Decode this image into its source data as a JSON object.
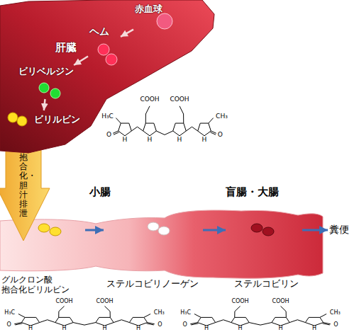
{
  "diagram": {
    "nodes": [
      {
        "text": [
          "肝臓"
        ]
      },
      {
        "text": [
          "赤血球"
        ],
        "in": 0
      },
      {
        "text": [
          "ヘム"
        ],
        "in": 0
      },
      {
        "text": [
          "ビリベルジン"
        ],
        "in": 0
      },
      {
        "text": [
          "ビリルビン"
        ],
        "in": 0
      },
      {
        "text": [
          "グルクロン酸 抱合化ビリルビン"
        ]
      },
      {
        "text": [
          "ステルコビリノーゲン"
        ]
      },
      {
        "text": [
          "ステルコビリン"
        ]
      },
      {
        "text": [
          "糞便"
        ]
      }
    ],
    "edges": [
      {
        "from": 1,
        "to": 2,
        "arrow": "to"
      },
      {
        "from": 2,
        "to": 3,
        "arrow": "to"
      },
      {
        "from": 3,
        "to": 4,
        "arrow": "to"
      },
      {
        "from": 5,
        "to": 6,
        "arrow": "to"
      },
      {
        "from": 6,
        "to": 7,
        "arrow": "to"
      },
      {
        "from": 7,
        "to": 8,
        "arrow": "to"
      }
    ],
    "labels": [
      "抱合化・胆汁排泄",
      "小腸",
      "盲腸・大腸",
      "COOH",
      "COOH",
      "H₃C",
      "CH₃",
      "O",
      "O",
      "H",
      "H",
      "H",
      "H",
      "COOH",
      "COOH",
      "H₃C",
      "CH₃",
      "O",
      "O",
      "H",
      "H",
      "H",
      "H",
      "COOH",
      "COOH",
      "H₃C",
      "CH₃",
      "O",
      "O",
      "H",
      "H",
      "H",
      "H"
    ]
  }
}
